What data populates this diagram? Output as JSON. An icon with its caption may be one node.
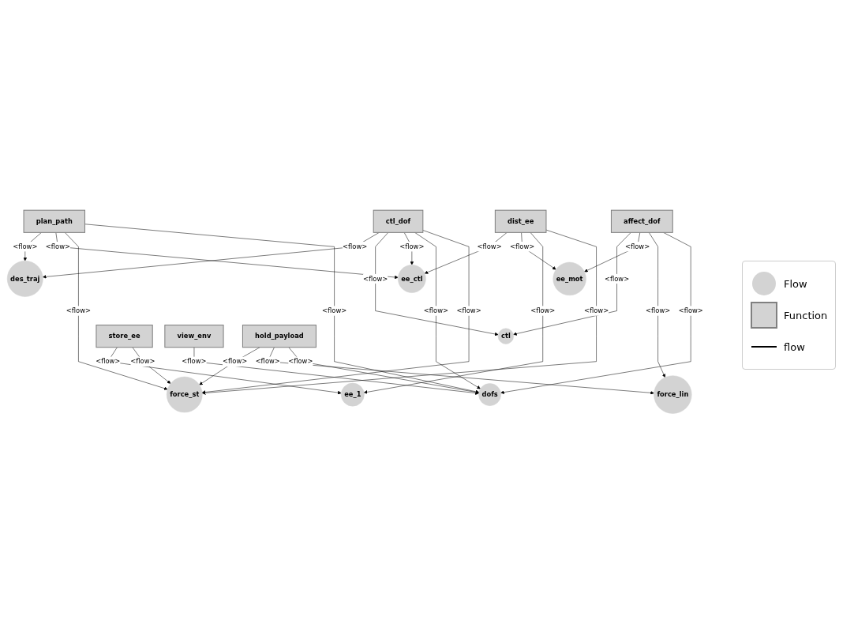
{
  "diagram": {
    "nodes": [
      {
        "text": [
          "plan_path"
        ]
      },
      {
        "text": [
          "des_traj"
        ]
      },
      {
        "text": [
          "ctl"
        ]
      },
      {
        "text": [
          "ee_ctl"
        ]
      },
      {
        "text": [
          "ctl_dof"
        ]
      },
      {
        "text": [
          "affect_dof"
        ]
      },
      {
        "text": [
          "dist_ee"
        ]
      },
      {
        "text": [
          "ee_mot"
        ]
      },
      {
        "text": [
          "dofs"
        ]
      },
      {
        "text": [
          "force_lin"
        ]
      },
      {
        "text": [
          "ee_1"
        ]
      },
      {
        "text": [
          "store_ee"
        ]
      },
      {
        "text": [
          "view_env"
        ]
      },
      {
        "text": [
          "force_st"
        ]
      },
      {
        "text": [
          "hold_payload"
        ]
      }
    ],
    "edges": [
      {
        "from": 0,
        "to": 1,
        "arrow": "to",
        "label": "<flow>"
      },
      {
        "from": 0,
        "to": 3,
        "arrow": "to",
        "label": "<flow>"
      },
      {
        "from": 0,
        "to": 13,
        "arrow": "to",
        "label": "<flow>"
      },
      {
        "from": 0,
        "to": 8,
        "arrow": "to",
        "label": "<flow>"
      },
      {
        "from": 4,
        "to": 1,
        "arrow": "to",
        "label": "<flow>"
      },
      {
        "from": 4,
        "to": 2,
        "arrow": "to",
        "label": "<flow>"
      },
      {
        "from": 4,
        "to": 3,
        "arrow": "to",
        "label": "<flow>"
      },
      {
        "from": 4,
        "to": 8,
        "arrow": "to",
        "label": "<flow>"
      },
      {
        "from": 4,
        "to": 13,
        "arrow": "to",
        "label": "<flow>"
      },
      {
        "from": 5,
        "to": 2,
        "arrow": "to",
        "label": "<flow>"
      },
      {
        "from": 5,
        "to": 7,
        "arrow": "to",
        "label": "<flow>"
      },
      {
        "from": 5,
        "to": 9,
        "arrow": "to",
        "label": "<flow>"
      },
      {
        "from": 5,
        "to": 8,
        "arrow": "to",
        "label": "<flow>"
      },
      {
        "from": 6,
        "to": 3,
        "arrow": "to",
        "label": "<flow>"
      },
      {
        "from": 6,
        "to": 7,
        "arrow": "to",
        "label": "<flow>"
      },
      {
        "from": 6,
        "to": 10,
        "arrow": "to",
        "label": "<flow>"
      },
      {
        "from": 6,
        "to": 13,
        "arrow": "to",
        "label": "<flow>"
      },
      {
        "from": 11,
        "to": 10,
        "arrow": "to",
        "label": "<flow>"
      },
      {
        "from": 11,
        "to": 13,
        "arrow": "to",
        "label": "<flow>"
      },
      {
        "from": 14,
        "to": 13,
        "arrow": "to",
        "label": "<flow>"
      },
      {
        "from": 14,
        "to": 9,
        "arrow": "to",
        "label": "<flow>"
      },
      {
        "from": 14,
        "to": 8,
        "arrow": "to",
        "label": "<flow>"
      },
      {
        "from": 12,
        "to": 8,
        "arrow": "to",
        "label": "<flow>"
      }
    ],
    "legend": [
      {
        "text": "Flow"
      },
      {
        "text": "Function"
      },
      {
        "text": "flow"
      }
    ]
  }
}
